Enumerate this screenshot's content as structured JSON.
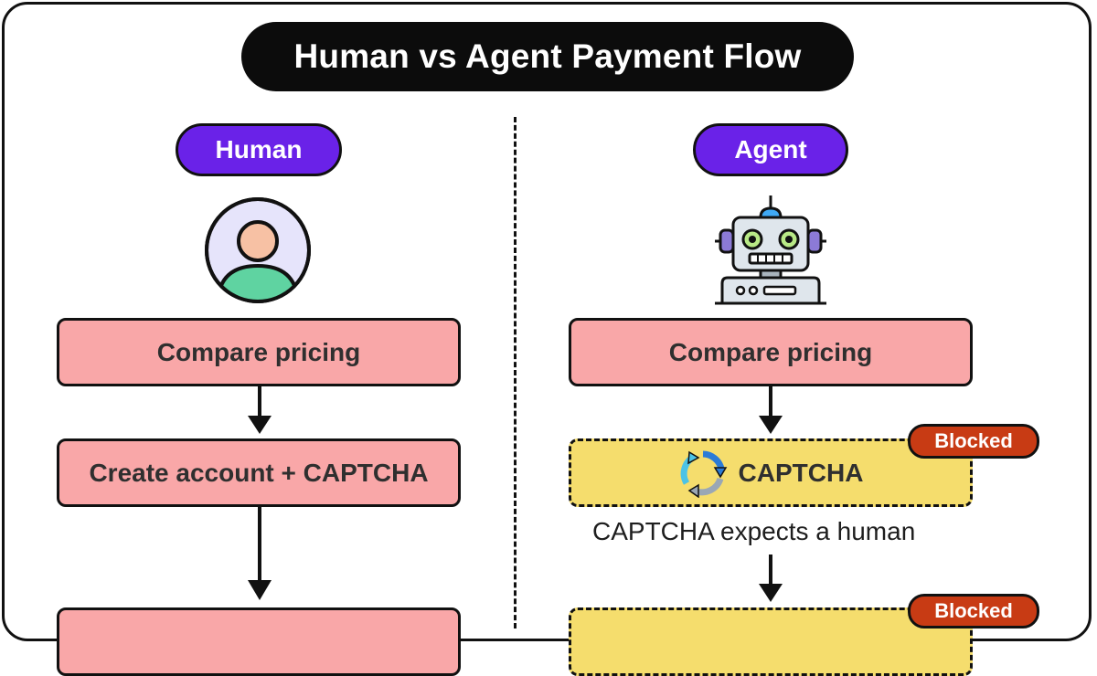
{
  "title": "Human vs Agent Payment Flow",
  "human": {
    "label": "Human",
    "icon": "person-avatar-icon",
    "steps": [
      "Compare pricing",
      "Create account + CAPTCHA",
      ""
    ]
  },
  "agent": {
    "label": "Agent",
    "icon": "robot-icon",
    "steps": [
      "Compare pricing",
      "CAPTCHA",
      ""
    ],
    "captcha_icon": "captcha-recycle-icon",
    "blocked_badge": "Blocked",
    "blocked_badge_2": "Blocked",
    "captcha_note": "CAPTCHA expects a human"
  },
  "colors": {
    "purple": "#6a22e8",
    "pink_box": "#f9a7a8",
    "yellow_box": "#f5dd6d",
    "blocked": "#c83b14"
  }
}
